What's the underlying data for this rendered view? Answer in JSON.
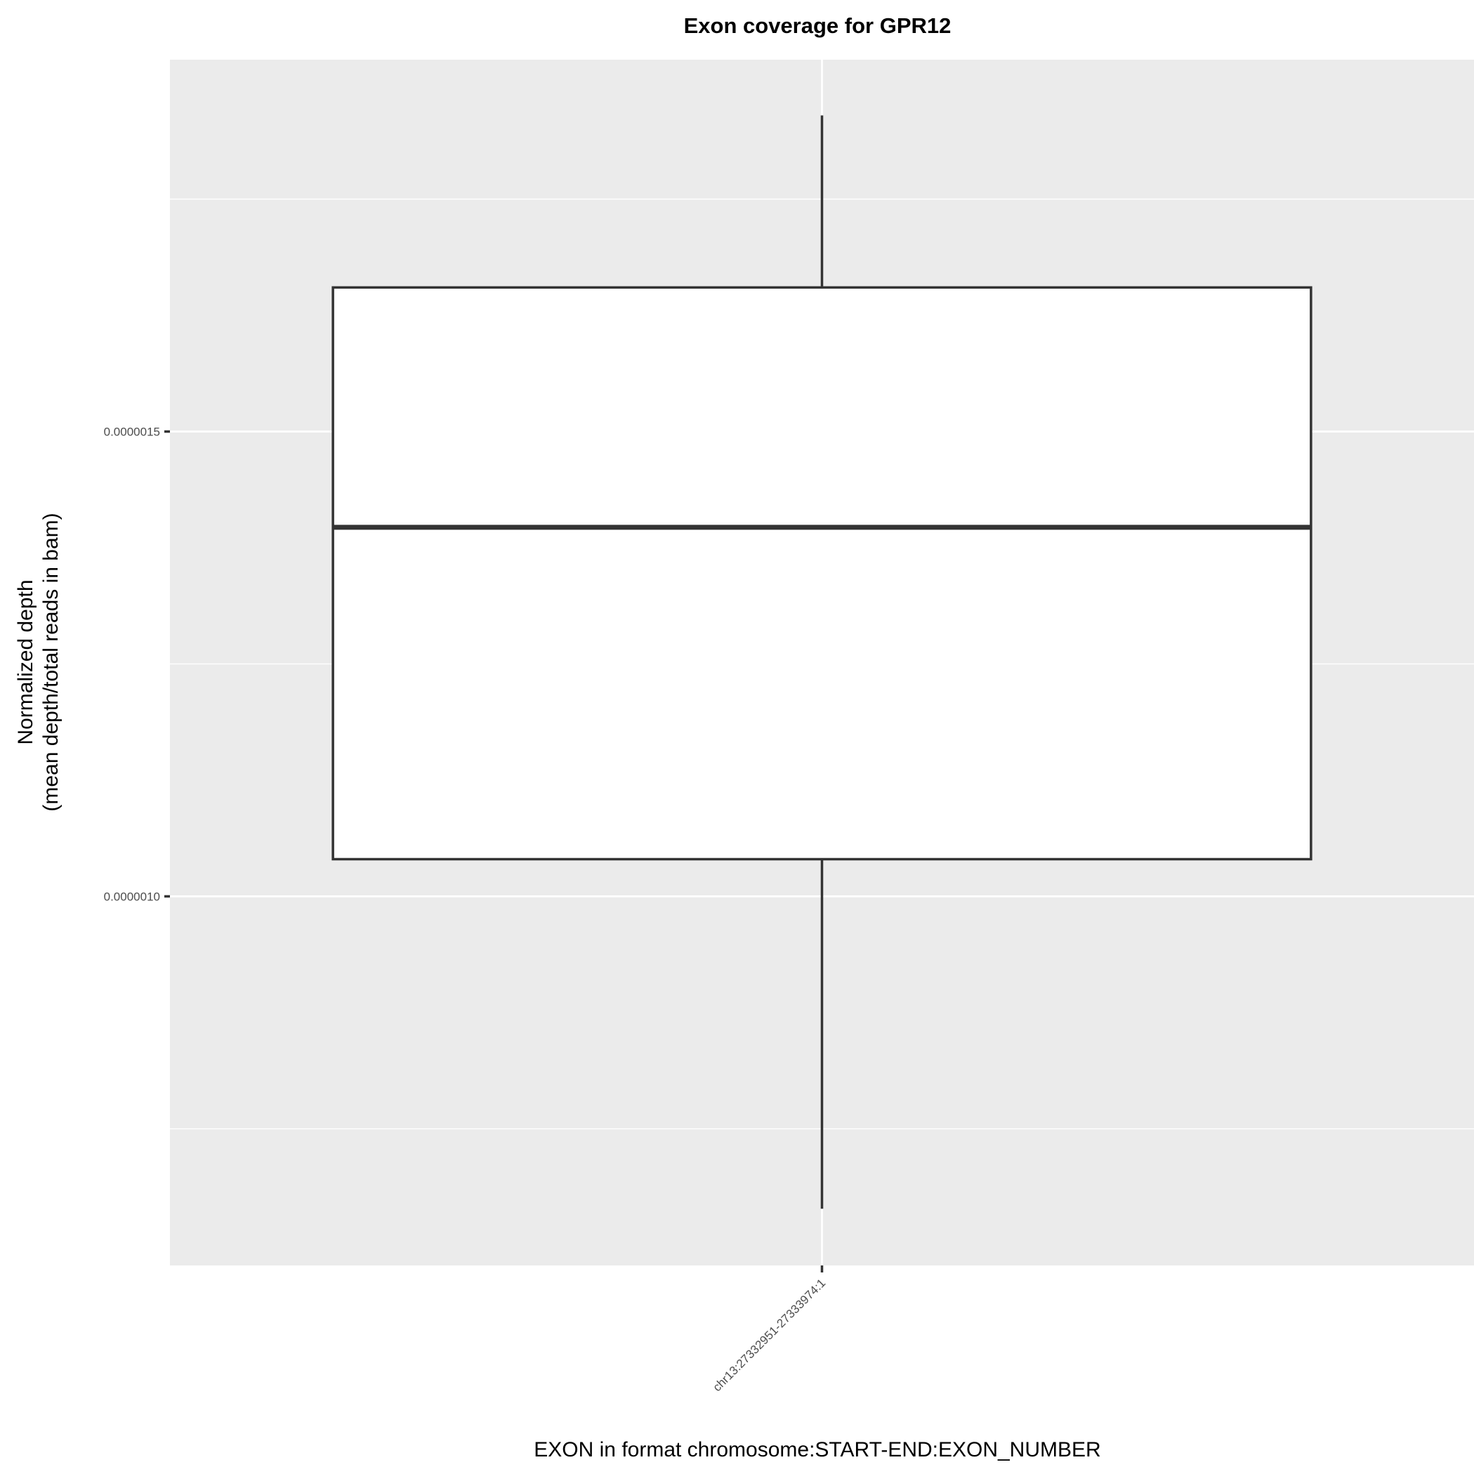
{
  "chart_data": {
    "type": "box",
    "title": "Exon coverage for GPR12",
    "xlabel": "EXON in format chromosome:START-END:EXON_NUMBER",
    "ylabel_lines": [
      "Normalized depth",
      "(mean depth/total reads in bam)"
    ],
    "categories": [
      "chr13:27332951-27333974:1"
    ],
    "boxes": [
      {
        "category": "chr13:27332951-27333974:1",
        "whisker_low": 6.64e-07,
        "q1": 1.04e-06,
        "median": 1.397e-06,
        "q3": 1.655e-06,
        "whisker_high": 1.84e-06
      }
    ],
    "y_ticks": [
      {
        "value": 1e-06,
        "label": "0.0000010"
      },
      {
        "value": 1.5e-06,
        "label": "0.0000015"
      }
    ],
    "y_minor_ticks": [
      7.5e-07,
      1.25e-06,
      1.75e-06
    ],
    "ylim": [
      6.03e-07,
      1.9e-06
    ],
    "grid": true,
    "colors": {
      "panel": "#ebebeb",
      "grid": "#ffffff",
      "box_fill": "#ffffff",
      "box_stroke": "#333333",
      "tick_label": "#4d4d4d"
    }
  }
}
